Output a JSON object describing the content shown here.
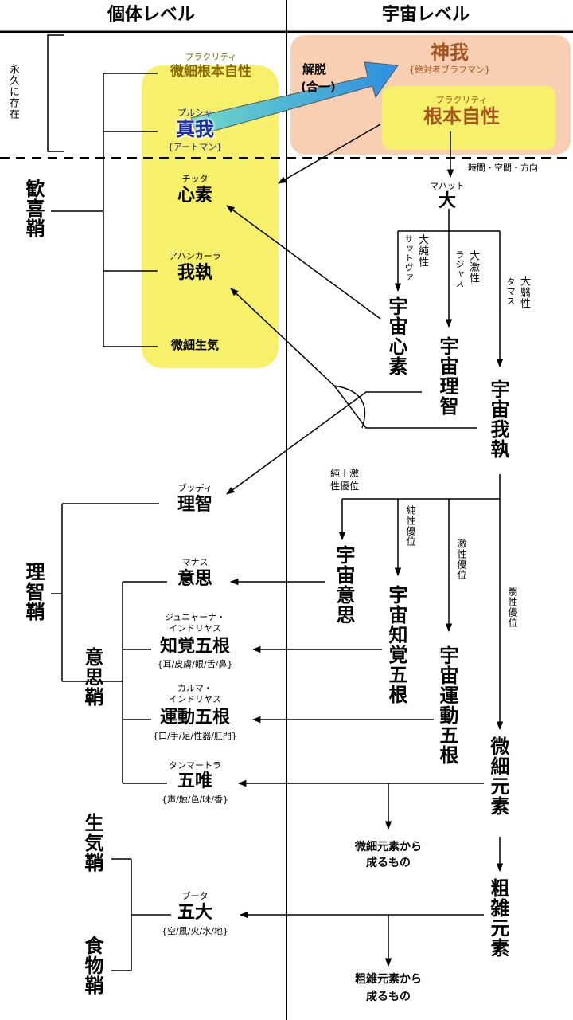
{
  "headers": {
    "individual": "個体レベル",
    "cosmic": "宇宙レベル"
  },
  "left_top_label": "永久に存在",
  "time_space_label": "時間・空間・方向",
  "subtle_prakriti": {
    "ruby": "プラクリティ",
    "text": "微細根本自性"
  },
  "true_self": {
    "ruby": "プルシャ",
    "text": "真我",
    "sub": "{アートマン}"
  },
  "liberation": {
    "text": "解脱",
    "sub": "(合一)"
  },
  "divine_self": {
    "text": "神我",
    "sub": "{絶対者ブラフマン}"
  },
  "root_prakriti": {
    "ruby": "プラクリティ",
    "text": "根本自性"
  },
  "bliss_sheath": "歓喜鞘",
  "chitta": {
    "ruby": "チッタ",
    "text": "心素"
  },
  "ahankara": {
    "ruby": "アハンカーラ",
    "text": "我執"
  },
  "subtle_prana": "微細生気",
  "mahat": {
    "ruby": "マハット",
    "text": "大"
  },
  "guna_sattva": {
    "name": "大純性",
    "ruby": "サットヴァ"
  },
  "guna_rajas": {
    "name": "大激性",
    "ruby": "ラジャス"
  },
  "guna_tamas": {
    "name": "大翳性",
    "ruby": "タマス"
  },
  "cosmic_mind": "宇宙心素",
  "cosmic_intellect": "宇宙理智",
  "cosmic_ego": "宇宙我執",
  "buddhi": {
    "ruby": "ブッディ",
    "text": "理智"
  },
  "intellect_sheath": "理智鞘",
  "mixed_dominant": {
    "line1": "純＋激",
    "line2": "性優位"
  },
  "sattva_dominant": "純性優位",
  "rajas_dominant": "激性優位",
  "tamas_dominant": "翳性優位",
  "cosmic_manas": "宇宙意思",
  "cosmic_senses": "宇宙知覚五根",
  "cosmic_motor": "宇宙運動五根",
  "manas": {
    "ruby": "マナス",
    "text": "意思"
  },
  "mind_sheath": "意思鞘",
  "jnanendriya": {
    "ruby1": "ジュニャーナ・",
    "ruby2": "インドリヤス",
    "text": "知覚五根",
    "sub": "{耳/皮膚/眼/舌/鼻}"
  },
  "karmendriya": {
    "ruby1": "カルマ・",
    "ruby2": "インドリヤス",
    "text": "運動五根",
    "sub": "{口/手/足/性器/肛門}"
  },
  "tanmatra": {
    "ruby": "タンマートラ",
    "text": "五唯",
    "sub": "{声/触/色/味/香}"
  },
  "subtle_elements": "微細元素",
  "from_subtle": {
    "line1": "微細元素から",
    "line2": "成るもの"
  },
  "prana_sheath": "生気鞘",
  "food_sheath": "食物鞘",
  "gross_elements": "粗雑元素",
  "bhuta": {
    "ruby": "ブータ",
    "text": "五大",
    "sub": "{空/風/火/水/地}"
  },
  "from_gross": {
    "line1": "粗雑元素から",
    "line2": "成るもの"
  },
  "colors": {
    "yellow": "#f7f06a",
    "orange": "#f8cfb2",
    "blue_text": "#1a2fa8",
    "brown_text": "#a5541f",
    "olive_text": "#8a6a0a",
    "arrow": "#3aa0d8"
  }
}
